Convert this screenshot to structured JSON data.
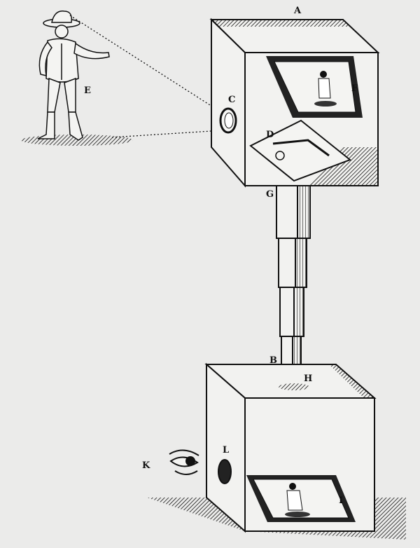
{
  "labels": {
    "A": "A",
    "B": "B",
    "C": "C",
    "D": "D",
    "E": "E",
    "F": "F",
    "G": "G",
    "H": "H",
    "I": "I",
    "K": "K",
    "L": "L"
  },
  "colors": {
    "paper": "#ebebea",
    "ink": "#111111"
  }
}
